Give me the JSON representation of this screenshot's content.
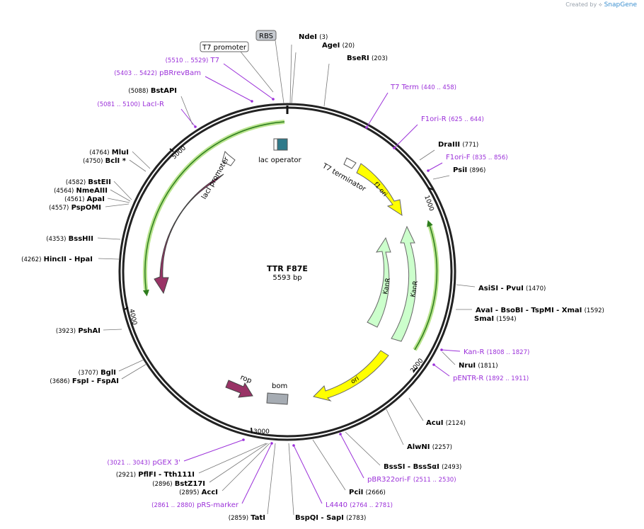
{
  "watermark": {
    "prefix": "Created by",
    "brand": "SnapGene"
  },
  "plasmid": {
    "name": "TTR F87E",
    "size": "5593 bp"
  },
  "ticks": [
    "1000",
    "2000",
    "3000",
    "4000",
    "5000"
  ],
  "features": [
    {
      "label": "T7 terminator",
      "color": "#ffffff"
    },
    {
      "label": "f1 ori",
      "color": "#ffff00"
    },
    {
      "label": "KanR",
      "color": "#ccffcc"
    },
    {
      "label": "KanR",
      "color": "#ccffcc"
    },
    {
      "label": "ori",
      "color": "#ffff00"
    },
    {
      "label": "bom",
      "color": "#a6acb3"
    },
    {
      "label": "rop",
      "color": "#993366"
    },
    {
      "label": "lacI",
      "color": "#993366"
    },
    {
      "label": "lacI promoter",
      "color": "#ffffff"
    },
    {
      "label": "lac operator",
      "color": "#ffffff"
    }
  ],
  "boxed_labels": [
    "RBS",
    "T7 promoter"
  ],
  "sites": [
    {
      "name": "NdeI",
      "pos": "(3)",
      "kind": "enzyme"
    },
    {
      "name": "AgeI",
      "pos": "(20)",
      "kind": "enzyme"
    },
    {
      "name": "BseRI",
      "pos": "(203)",
      "kind": "enzyme"
    },
    {
      "name": "T7 Term",
      "pos": "(440 .. 458)",
      "kind": "primer"
    },
    {
      "name": "F1ori-R",
      "pos": "(625 .. 644)",
      "kind": "primer"
    },
    {
      "name": "DraIII",
      "pos": "(771)",
      "kind": "enzyme"
    },
    {
      "name": "F1ori-F",
      "pos": "(835 .. 856)",
      "kind": "primer"
    },
    {
      "name": "PsiI",
      "pos": "(896)",
      "kind": "enzyme"
    },
    {
      "name": "AsiSI  - PvuI",
      "pos": "(1470)",
      "kind": "enzyme"
    },
    {
      "name": "AvaI  - BsoBI  - TspMI  - XmaI",
      "pos": "(1592)",
      "kind": "enzyme"
    },
    {
      "name": "SmaI",
      "pos": "(1594)",
      "kind": "enzyme"
    },
    {
      "name": "Kan-R",
      "pos": "(1808 .. 1827)",
      "kind": "primer"
    },
    {
      "name": "NruI",
      "pos": "(1811)",
      "kind": "enzyme"
    },
    {
      "name": "pENTR-R",
      "pos": "(1892 .. 1911)",
      "kind": "primer"
    },
    {
      "name": "AcuI",
      "pos": "(2124)",
      "kind": "enzyme"
    },
    {
      "name": "AlwNI",
      "pos": "(2257)",
      "kind": "enzyme"
    },
    {
      "name": "BssSI  - BssSαI",
      "pos": "(2493)",
      "kind": "enzyme"
    },
    {
      "name": "pBR322ori-F",
      "pos": "(2511 .. 2530)",
      "kind": "primer"
    },
    {
      "name": "PciI",
      "pos": "(2666)",
      "kind": "enzyme"
    },
    {
      "name": "L4440",
      "pos": "(2764 .. 2781)",
      "kind": "primer"
    },
    {
      "name": "BspQI  - SapI",
      "pos": "(2783)",
      "kind": "enzyme"
    },
    {
      "name": "TatI",
      "pos": "(2859)",
      "kind": "enzyme"
    },
    {
      "name": "pRS-marker",
      "pos": "(2861 .. 2880)",
      "kind": "primer"
    },
    {
      "name": "AccI",
      "pos": "(2895)",
      "kind": "enzyme"
    },
    {
      "name": "BstZ17I",
      "pos": "(2896)",
      "kind": "enzyme"
    },
    {
      "name": "PflFI  - Tth111I",
      "pos": "(2921)",
      "kind": "enzyme"
    },
    {
      "name": "pGEX 3'",
      "pos": "(3021 .. 3043)",
      "kind": "primer"
    },
    {
      "name": "FspI  - FspAI",
      "pos": "(3686)",
      "kind": "enzyme"
    },
    {
      "name": "BglI",
      "pos": "(3707)",
      "kind": "enzyme"
    },
    {
      "name": "PshAI",
      "pos": "(3923)",
      "kind": "enzyme"
    },
    {
      "name": "HincII  - HpaI",
      "pos": "(4262)",
      "kind": "enzyme"
    },
    {
      "name": "BssHII",
      "pos": "(4353)",
      "kind": "enzyme"
    },
    {
      "name": "PspOMI",
      "pos": "(4557)",
      "kind": "enzyme"
    },
    {
      "name": "ApaI",
      "pos": "(4561)",
      "kind": "enzyme"
    },
    {
      "name": "NmeAIII",
      "pos": "(4564)",
      "kind": "enzyme"
    },
    {
      "name": "BstEII",
      "pos": "(4582)",
      "kind": "enzyme"
    },
    {
      "name": "BclI *",
      "pos": "(4750)",
      "kind": "enzyme"
    },
    {
      "name": "MluI",
      "pos": "(4764)",
      "kind": "enzyme"
    },
    {
      "name": "LacI-R",
      "pos": "(5081 .. 5100)",
      "kind": "primer"
    },
    {
      "name": "BstAPI",
      "pos": "(5088)",
      "kind": "enzyme"
    },
    {
      "name": "pBRrevBam",
      "pos": "(5403 .. 5422)",
      "kind": "primer"
    },
    {
      "name": "T7",
      "pos": "(5510 .. 5529)",
      "kind": "primer"
    }
  ]
}
